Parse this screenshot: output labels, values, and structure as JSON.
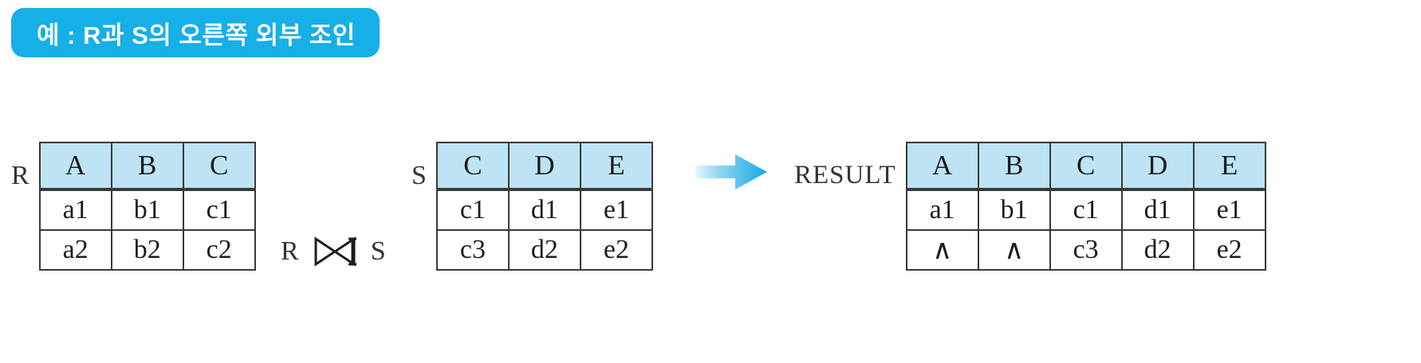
{
  "title": {
    "badge_text": "예 : R과 S의 오른쪽 외부 조인",
    "badge_color": "#16AFE8",
    "badge_text_color": "#FFFFFF"
  },
  "colors": {
    "header_fill": "#BDE3F5",
    "border": "#3A3A3A",
    "arrow_start": "#CFE9F8",
    "arrow_end": "#13A8E6",
    "text": "#1D1D1D"
  },
  "relations": {
    "r": {
      "label": "R",
      "columns": [
        "A",
        "B",
        "C"
      ],
      "rows": [
        [
          "a1",
          "b1",
          "c1"
        ],
        [
          "a2",
          "b2",
          "c2"
        ]
      ]
    },
    "s": {
      "label": "S",
      "columns": [
        "C",
        "D",
        "E"
      ],
      "rows": [
        [
          "c1",
          "d1",
          "e1"
        ],
        [
          "c3",
          "d2",
          "e2"
        ]
      ]
    },
    "result": {
      "label": "RESULT",
      "columns": [
        "A",
        "B",
        "C",
        "D",
        "E"
      ],
      "rows": [
        [
          "a1",
          "b1",
          "c1",
          "d1",
          "e1"
        ],
        [
          "∧",
          "∧",
          "c3",
          "d2",
          "e2"
        ]
      ]
    }
  },
  "join_expression": {
    "left_operand": "R",
    "operator_name": "right-outer-join-symbol",
    "right_operand": "S"
  },
  "flow": {
    "arrow_name": "right-arrow-icon"
  }
}
